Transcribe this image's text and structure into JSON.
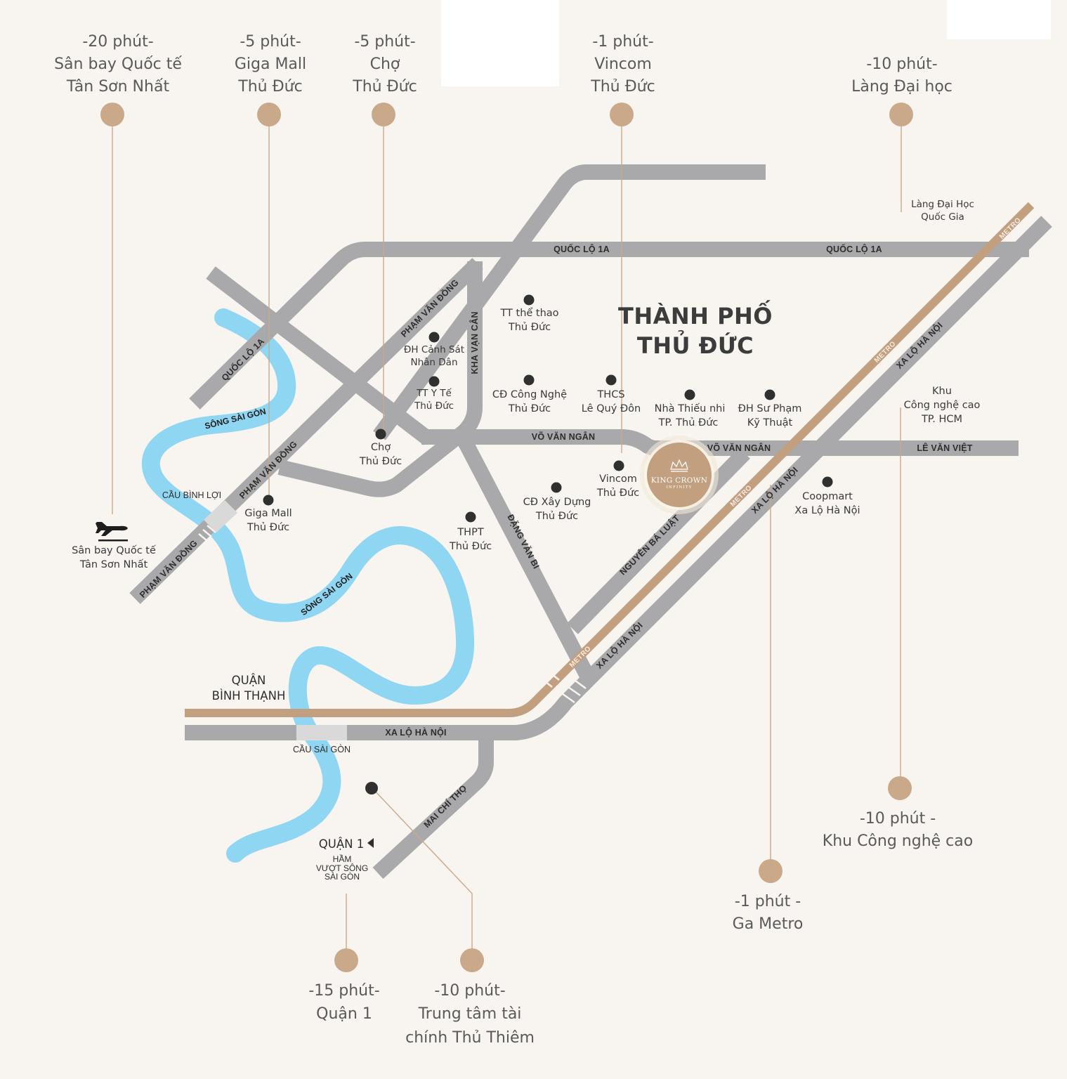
{
  "colors": {
    "background": "#f8f4f0",
    "road": "#a9a9ab",
    "metro": "#c19f7f",
    "river": "#8fd6f3",
    "bridge": "#d9d9d9",
    "marker": "#c9a98a",
    "poi_dot": "#303030",
    "leader": "#c9a98a"
  },
  "callouts": {
    "airport": {
      "time": "-20 phút-",
      "line1": "Sân bay Quốc tế",
      "line2": "Tân Sơn Nhất"
    },
    "gigamall": {
      "time": "-5 phút-",
      "line1": "Giga Mall",
      "line2": "Thủ Đức"
    },
    "market": {
      "time": "-5 phút-",
      "line1": "Chợ",
      "line2": "Thủ Đức"
    },
    "vincom": {
      "time": "-1 phút-",
      "line1": "Vincom",
      "line2": "Thủ Đức"
    },
    "university": {
      "time": "-10 phút-",
      "line1": "Làng Đại học"
    },
    "district1": {
      "time": "-15 phút-",
      "line1": "Quận 1"
    },
    "thuthiem": {
      "time": "-10 phút-",
      "line1": "Trung tâm tài",
      "line2": "chính Thủ Thiêm"
    },
    "metro": {
      "time": "-1 phút -",
      "line1": "Ga Metro"
    },
    "hitech": {
      "time": "-10 phút -",
      "line1": "Khu Công nghệ cao"
    }
  },
  "roads": {
    "ql1a_top": "QUỐC LỘ 1A",
    "ql1a_right": "QUỐC LỘ 1A",
    "ql1a_left": "QUỐC LỘ 1A",
    "pvd_top": "PHẠM VĂN ĐỒNG",
    "pvd_mid": "PHẠM VĂN ĐỒNG",
    "pvd_low": "PHẠM VĂN ĐỒNG",
    "kvc": "KHA VẠN CÂN",
    "vvn_left": "VÕ VĂN NGÂN",
    "vvn_right": "VÕ VĂN NGÂN",
    "lvv": "LÊ VĂN VIỆT",
    "dvb": "ĐẶNG VĂN BI",
    "nbl": "NGUYỄN BÁ LUẬT",
    "xlhn_ne": "XA LỘ HÀ NỘI",
    "xlhn_mid": "XA LỘ HÀ NỘI",
    "xlhn_sw": "XA LỘ HÀ NỘI",
    "xlhn_bottom": "XA LỘ HÀ NỘI",
    "mct": "MAI CHÍ THỌ",
    "metro_ne": "METRO",
    "metro_mid": "METRO",
    "metro_low": "METRO",
    "metro_sw": "METRO"
  },
  "rivers": {
    "top": "SÔNG SÀI GÒN",
    "mid": "SÔNG SÀI GÒN"
  },
  "bridges": {
    "binhloi": "CẦU BÌNH LỢI",
    "saigon": "CẦU SÀI GÒN"
  },
  "city": {
    "line1": "THÀNH PHỐ",
    "line2": "THỦ ĐỨC"
  },
  "district_binhthanh": {
    "line1": "QUẬN",
    "line2": "BÌNH THẠNH"
  },
  "district1": {
    "label": "QUẬN 1",
    "tunnel1": "HẦM",
    "tunnel2": "VƯỢT SÔNG",
    "tunnel3": "SÀI GÒN"
  },
  "pois": {
    "sports": {
      "line1": "TT thể thao",
      "line2": "Thủ Đức"
    },
    "police": {
      "line1": "ĐH Cảnh Sát",
      "line2": "Nhân Dân"
    },
    "medical": {
      "line1": "TT Y Tế",
      "line2": "Thủ Đức"
    },
    "tech_college": {
      "line1": "CĐ Công Nghệ",
      "line2": "Thủ Đức"
    },
    "thcs": {
      "line1": "THCS",
      "line2": "Lê Quý Đôn"
    },
    "children": {
      "line1": "Nhà Thiếu nhi",
      "line2": "TP. Thủ Đức"
    },
    "pedagogy": {
      "line1": "ĐH Sư Phạm",
      "line2": "Kỹ Thuật"
    },
    "market": {
      "line1": "Chợ",
      "line2": "Thủ Đức"
    },
    "gigamall": {
      "line1": "Giga Mall",
      "line2": "Thủ Đức"
    },
    "thpt": {
      "line1": "THPT",
      "line2": "Thủ Đức"
    },
    "construction": {
      "line1": "CĐ Xây Dựng",
      "line2": "Thủ Đức"
    },
    "vincom": {
      "line1": "Vincom",
      "line2": "Thủ Đức"
    },
    "coopmart": {
      "line1": "Coopmart",
      "line2": "Xa Lộ Hà Nội"
    },
    "university_village": {
      "line1": "Làng Đại Học",
      "line2": "Quốc Gia"
    },
    "hitech": {
      "line1": "Khu",
      "line2": "Công nghệ cao",
      "line3": "TP. HCM"
    },
    "airport": {
      "line1": "Sân bay Quốc tế",
      "line2": "Tân Sơn Nhất"
    }
  },
  "project": {
    "name": "KING CROWN",
    "sub": "INFINITY"
  },
  "icons": {
    "airport": "airplane-icon",
    "arrow": "triangle-left-icon",
    "logo": "crown-icon"
  }
}
